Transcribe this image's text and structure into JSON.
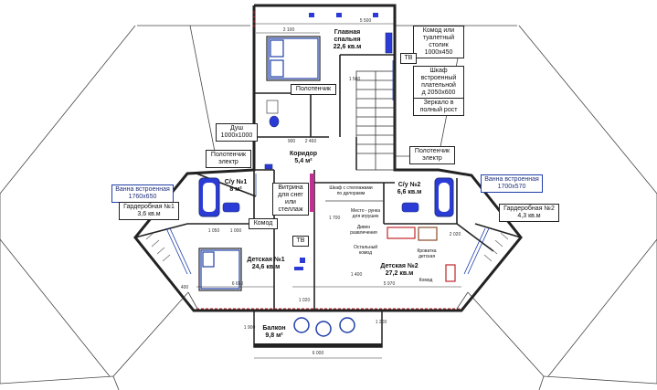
{
  "colors": {
    "wall": "#222222",
    "blue": "#1f3fa8",
    "fixture": "#2b3bd6",
    "red": "#c0242a",
    "brown": "#8a4a2a",
    "magenta": "#c03090"
  },
  "rooms": {
    "master_bedroom": "Главная\nспальня\n22,6 кв.м",
    "corridor": "Коридор\n5,4 м²",
    "bath1": "С/у №1\n8 м²",
    "bath2": "С/у №2\n6,6 кв.м",
    "kids1": "Детская №1\n24,6 кв.м",
    "kids2": "Детская №2\n27,2 кв.м",
    "balcony": "Балкон\n9,8 м²"
  },
  "callouts": {
    "commode_toilet": "Комод или\nтуалетный\nстолик\n1000х450",
    "tv_top": "ТВ",
    "wardrobe": "Шкаф\nвстроенный\nплательной\nд 2050х600",
    "mirror": "Зеркало в\nполный рост",
    "towel_top": "Полотенчик",
    "shower": "Душ\n1000х1000",
    "towel_left": "Полотенчик\nэлектр",
    "towel_right": "Полотенчик\nэлектр",
    "bath_left": "Ванна встроенная\n1760х650",
    "bath_right": "Ванна встроенная\n1700х570",
    "dressing1": "Гардеробная №1\n3,6 кв.м",
    "dressing2": "Гардеробная №2\n4,3 кв.м",
    "commode": "Комод",
    "showcase": "Витрина\nдля снег\nили\nстеллаж",
    "tv_mid": "ТВ"
  },
  "notes": {
    "shelving": "Шкаф с стеллажами\nпо дрлорамм",
    "desk": "Место - рунка\nдля игрушек",
    "toy": "Дивен\nразвлечения",
    "commode2": "Остальный\nкомод",
    "dressing_small": "Кроватка\nдетская",
    "commode3": "Комод"
  },
  "dims": {
    "top": "5 500",
    "top_inner": "2 100",
    "side": "1 500",
    "corridor_w": "2 460",
    "d900": "900",
    "d1050": "1 050",
    "d1000": "1 000",
    "d1700": "1 700",
    "d1400": "1 400",
    "d2020": "2 020",
    "bottom_left": "6 650",
    "bottom_right": "5 970",
    "d1020": "1 020",
    "balcony_w": "6 000",
    "d1900": "1 900",
    "d1200": "1 200",
    "d400": "400"
  }
}
